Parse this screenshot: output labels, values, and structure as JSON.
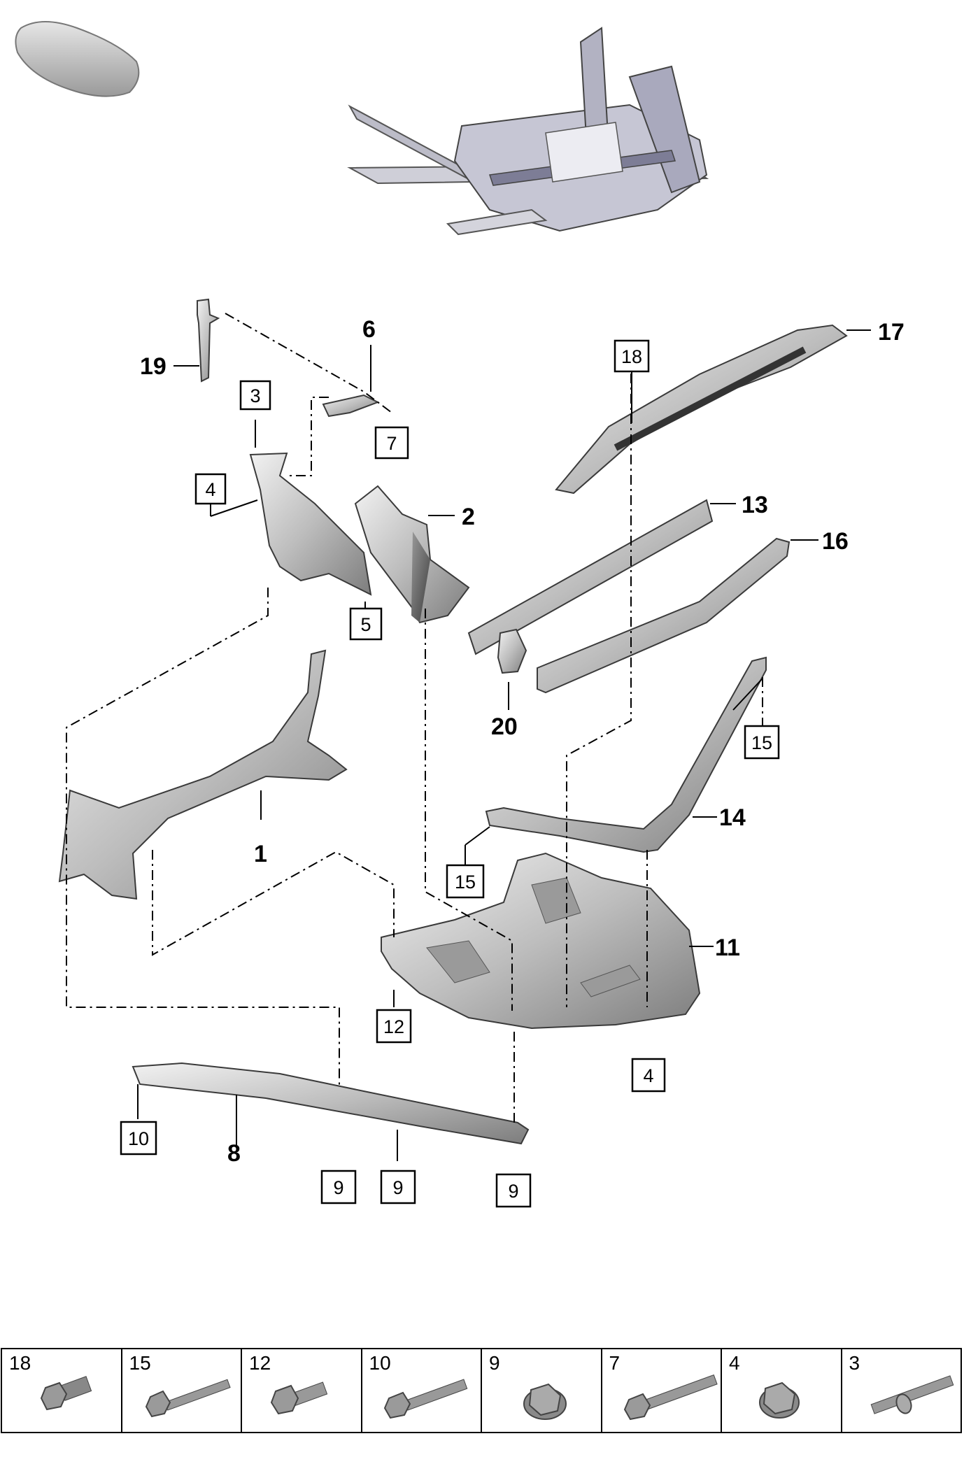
{
  "callouts": {
    "c1": "1",
    "c2": "2",
    "c6": "6",
    "c8": "8",
    "c11": "11",
    "c13": "13",
    "c14": "14",
    "c16": "16",
    "c17": "17",
    "c19": "19",
    "c20": "20"
  },
  "boxes": {
    "b3": "3",
    "b4a": "4",
    "b4b": "4",
    "b5": "5",
    "b7": "7",
    "b9a": "9",
    "b9b": "9",
    "b9c": "9",
    "b10": "10",
    "b12": "12",
    "b15a": "15",
    "b15b": "15",
    "b18": "18"
  },
  "legend": [
    {
      "label": "18",
      "icon": "hex-bolt-short-icon"
    },
    {
      "label": "15",
      "icon": "flange-bolt-long-icon"
    },
    {
      "label": "12",
      "icon": "flange-bolt-medium-icon"
    },
    {
      "label": "10",
      "icon": "flange-bolt-stepped-icon"
    },
    {
      "label": "9",
      "icon": "flange-nut-icon"
    },
    {
      "label": "7",
      "icon": "long-bolt-icon"
    },
    {
      "label": "4",
      "icon": "flange-nut-icon"
    },
    {
      "label": "3",
      "icon": "stud-bolt-icon"
    }
  ]
}
